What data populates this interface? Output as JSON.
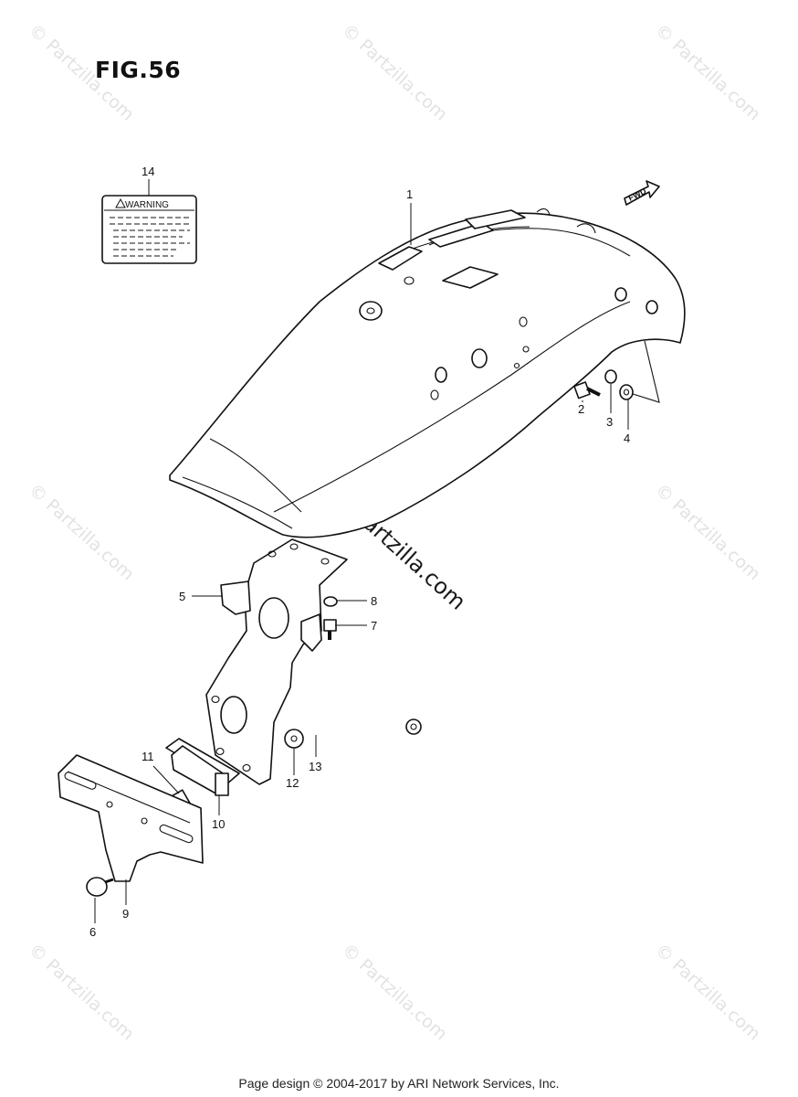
{
  "figure": {
    "title": "FIG.56"
  },
  "watermark": {
    "text": "© Partzilla.com"
  },
  "center_watermark": {
    "text": "© Partzilla.com"
  },
  "warning_label": {
    "text": "WARNING"
  },
  "direction_arrow": {
    "text": "FWD"
  },
  "callouts": [
    "1",
    "2",
    "3",
    "4",
    "5",
    "6",
    "7",
    "8",
    "9",
    "10",
    "11",
    "12",
    "13",
    "14"
  ],
  "footer": {
    "text": "Page design © 2004-2017 by ARI Network Services, Inc."
  }
}
